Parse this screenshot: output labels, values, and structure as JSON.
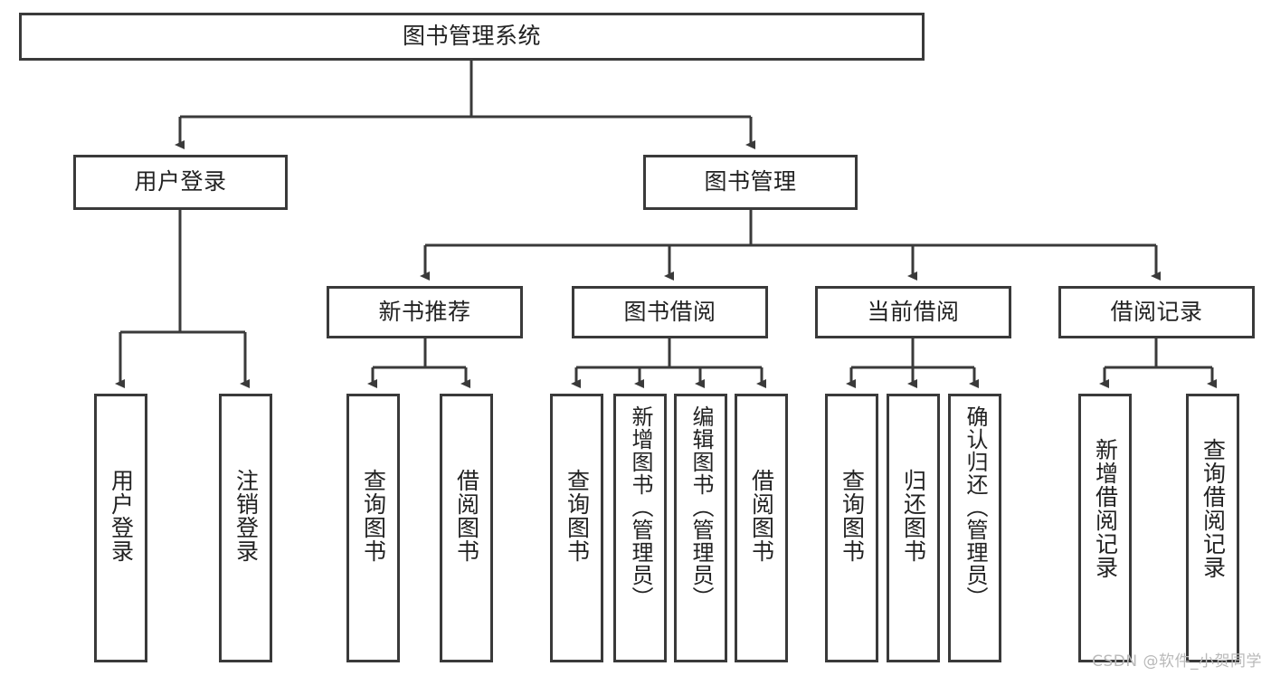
{
  "diagram": {
    "title": "图书管理系统",
    "watermark": "CSDN @软件_小贺同学",
    "root": {
      "label": "图书管理系统"
    },
    "level2": [
      {
        "label": "用户登录"
      },
      {
        "label": "图书管理"
      }
    ],
    "level3": [
      {
        "label": "新书推荐"
      },
      {
        "label": "图书借阅"
      },
      {
        "label": "当前借阅"
      },
      {
        "label": "借阅记录"
      }
    ],
    "leaves": {
      "user_login": [
        {
          "label": "用户登录"
        },
        {
          "label": "注销登录"
        }
      ],
      "new_book_recommend": [
        {
          "label": "查询图书"
        },
        {
          "label": "借阅图书"
        }
      ],
      "book_borrow": [
        {
          "label": "查询图书"
        },
        {
          "label": "新增图书（管理员）"
        },
        {
          "label": "编辑图书（管理员）"
        },
        {
          "label": "借阅图书"
        }
      ],
      "current_borrow": [
        {
          "label": "查询图书"
        },
        {
          "label": "归还图书"
        },
        {
          "label": "确认归还（管理员）"
        }
      ],
      "borrow_record": [
        {
          "label": "新增借阅记录"
        },
        {
          "label": "查询借阅记录"
        }
      ]
    },
    "colors": {
      "box_border": "#3a3a3a",
      "box_fill": "#ffffff",
      "edge": "#3a3a3a",
      "text": "#222222",
      "watermark": "#b9b9b9"
    }
  }
}
